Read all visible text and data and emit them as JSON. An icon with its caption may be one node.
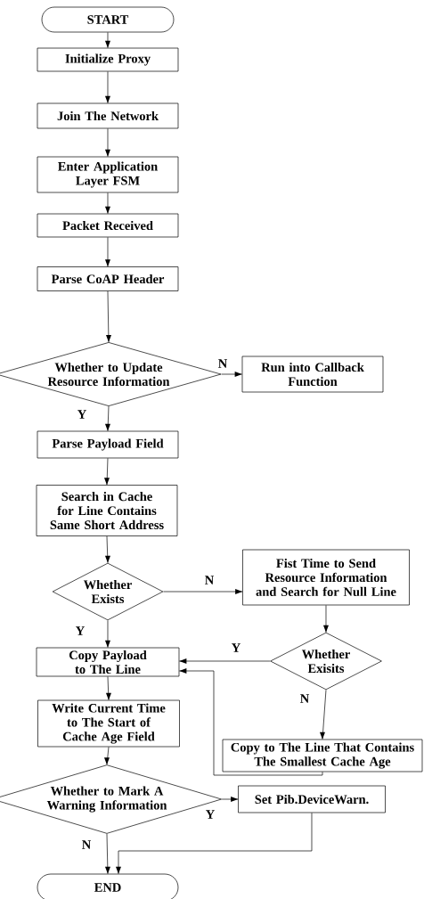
{
  "diagram": {
    "nodes": [
      {
        "text": [
          "START"
        ]
      },
      {
        "text": [
          "Initialize Proxy"
        ]
      },
      {
        "text": [
          "Join The Network"
        ]
      },
      {
        "text": [
          "Enter Application Layer FSM"
        ]
      },
      {
        "text": [
          "Packet Received"
        ]
      },
      {
        "text": [
          "Parse CoAP Header"
        ]
      },
      {
        "text": [
          "Whether to Update Resource Information"
        ]
      },
      {
        "text": [
          "Run into Callback Function"
        ]
      },
      {
        "text": [
          "Parse Payload Field"
        ]
      },
      {
        "text": [
          "Search in Cache for Line Contains Same Short Address"
        ]
      },
      {
        "text": [
          "Whether Exists"
        ]
      },
      {
        "text": [
          "Fist Time to Send Resource Information and Search for Null Line"
        ]
      },
      {
        "text": [
          "Whether Exisits"
        ]
      },
      {
        "text": [
          "Copy Payload to The Line"
        ]
      },
      {
        "text": [
          "Write Current Time to The Start of Cache Age Field"
        ]
      },
      {
        "text": [
          "Copy to The Line That Contains The Smallest Cache Age"
        ]
      },
      {
        "text": [
          "Whether to Mark A Warning Information"
        ]
      },
      {
        "text": [
          "Set Pib.DeviceWarn."
        ]
      },
      {
        "text": [
          "END"
        ]
      }
    ],
    "edges": [
      {
        "from": 0,
        "to": 1,
        "arrow": "to"
      },
      {
        "from": 1,
        "to": 2,
        "arrow": "to"
      },
      {
        "from": 2,
        "to": 3,
        "arrow": "to"
      },
      {
        "from": 3,
        "to": 4,
        "arrow": "to"
      },
      {
        "from": 4,
        "to": 5,
        "arrow": "to"
      },
      {
        "from": 5,
        "to": 6,
        "arrow": "to"
      },
      {
        "from": 6,
        "to": 7,
        "arrow": "to",
        "label": "N"
      },
      {
        "from": 6,
        "to": 8,
        "arrow": "to",
        "label": "Y"
      },
      {
        "from": 8,
        "to": 9,
        "arrow": "to"
      },
      {
        "from": 9,
        "to": 10,
        "arrow": "to"
      },
      {
        "from": 10,
        "to": 11,
        "arrow": "to",
        "label": "N"
      },
      {
        "from": 10,
        "to": 13,
        "arrow": "to",
        "label": "Y"
      },
      {
        "from": 11,
        "to": 12,
        "arrow": "to"
      },
      {
        "from": 12,
        "to": 13,
        "arrow": "to",
        "label": "Y"
      },
      {
        "from": 12,
        "to": 15,
        "arrow": "to",
        "label": "N"
      },
      {
        "from": 15,
        "to": 13,
        "arrow": "to"
      },
      {
        "from": 13,
        "to": 14,
        "arrow": "to"
      },
      {
        "from": 14,
        "to": 16,
        "arrow": "to"
      },
      {
        "from": 16,
        "to": 17,
        "arrow": "to",
        "label": "Y"
      },
      {
        "from": 16,
        "to": 18,
        "arrow": "to",
        "label": "N"
      },
      {
        "from": 17,
        "to": 18,
        "arrow": "to"
      }
    ]
  }
}
